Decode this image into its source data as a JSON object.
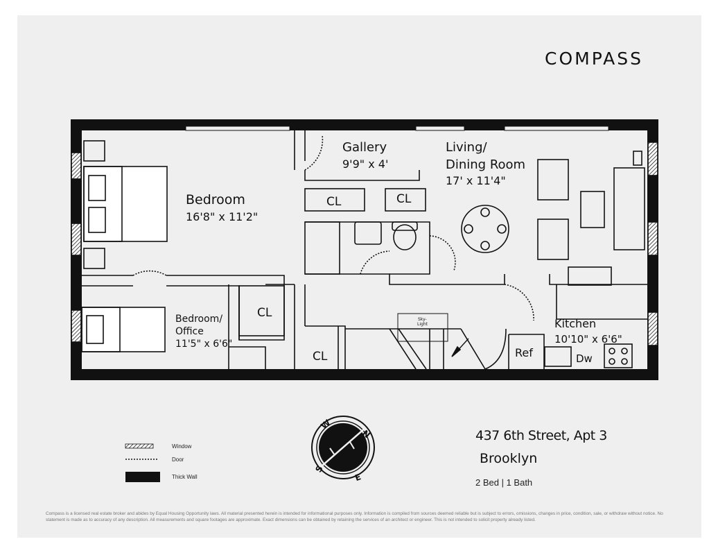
{
  "brand": {
    "logo": "COMPASS"
  },
  "rooms": {
    "bedroom": {
      "name": "Bedroom",
      "dims": "16'8\" x 11'2\""
    },
    "gallery": {
      "name": "Gallery",
      "dims": "9'9\" x 4'"
    },
    "living": {
      "name_line1": "Living/",
      "name_line2": "Dining Room",
      "dims": "17' x 11'4\""
    },
    "office": {
      "name_line1": "Bedroom/",
      "name_line2": "Office",
      "dims": "11'5\" x 6'6\""
    },
    "kitchen": {
      "name": "Kitchen",
      "dims": "10'10\" x 6'6\""
    },
    "closet": "CL",
    "ref": "Ref",
    "dw": "Dw",
    "skylight_1": "Sky-",
    "skylight_2": "Light"
  },
  "legend": {
    "window": "Window",
    "door": "Door",
    "thick_wall": "Thick Wall"
  },
  "compass": {
    "n": "N",
    "e": "E",
    "s": "S",
    "w": "W"
  },
  "listing": {
    "address": "437 6th Street, Apt 3",
    "city": "Brooklyn",
    "beds_baths": "2 Bed | 1 Bath"
  },
  "disclaimer": "Compass is a licensed real estate broker and abides by Equal Housing Opportunity laws. All material presented herein is intended for informational purposes only. Information is compiled from sources deemed reliable but is subject to errors, omissions, changes in price, condition, sale, or withdraw without notice. No statement is made as to accuracy of any description. All measurements and square footages are approximate. Exact dimensions can be obtained by retaining the services of an architect or engineer. This is not intended to solicit property already listed."
}
